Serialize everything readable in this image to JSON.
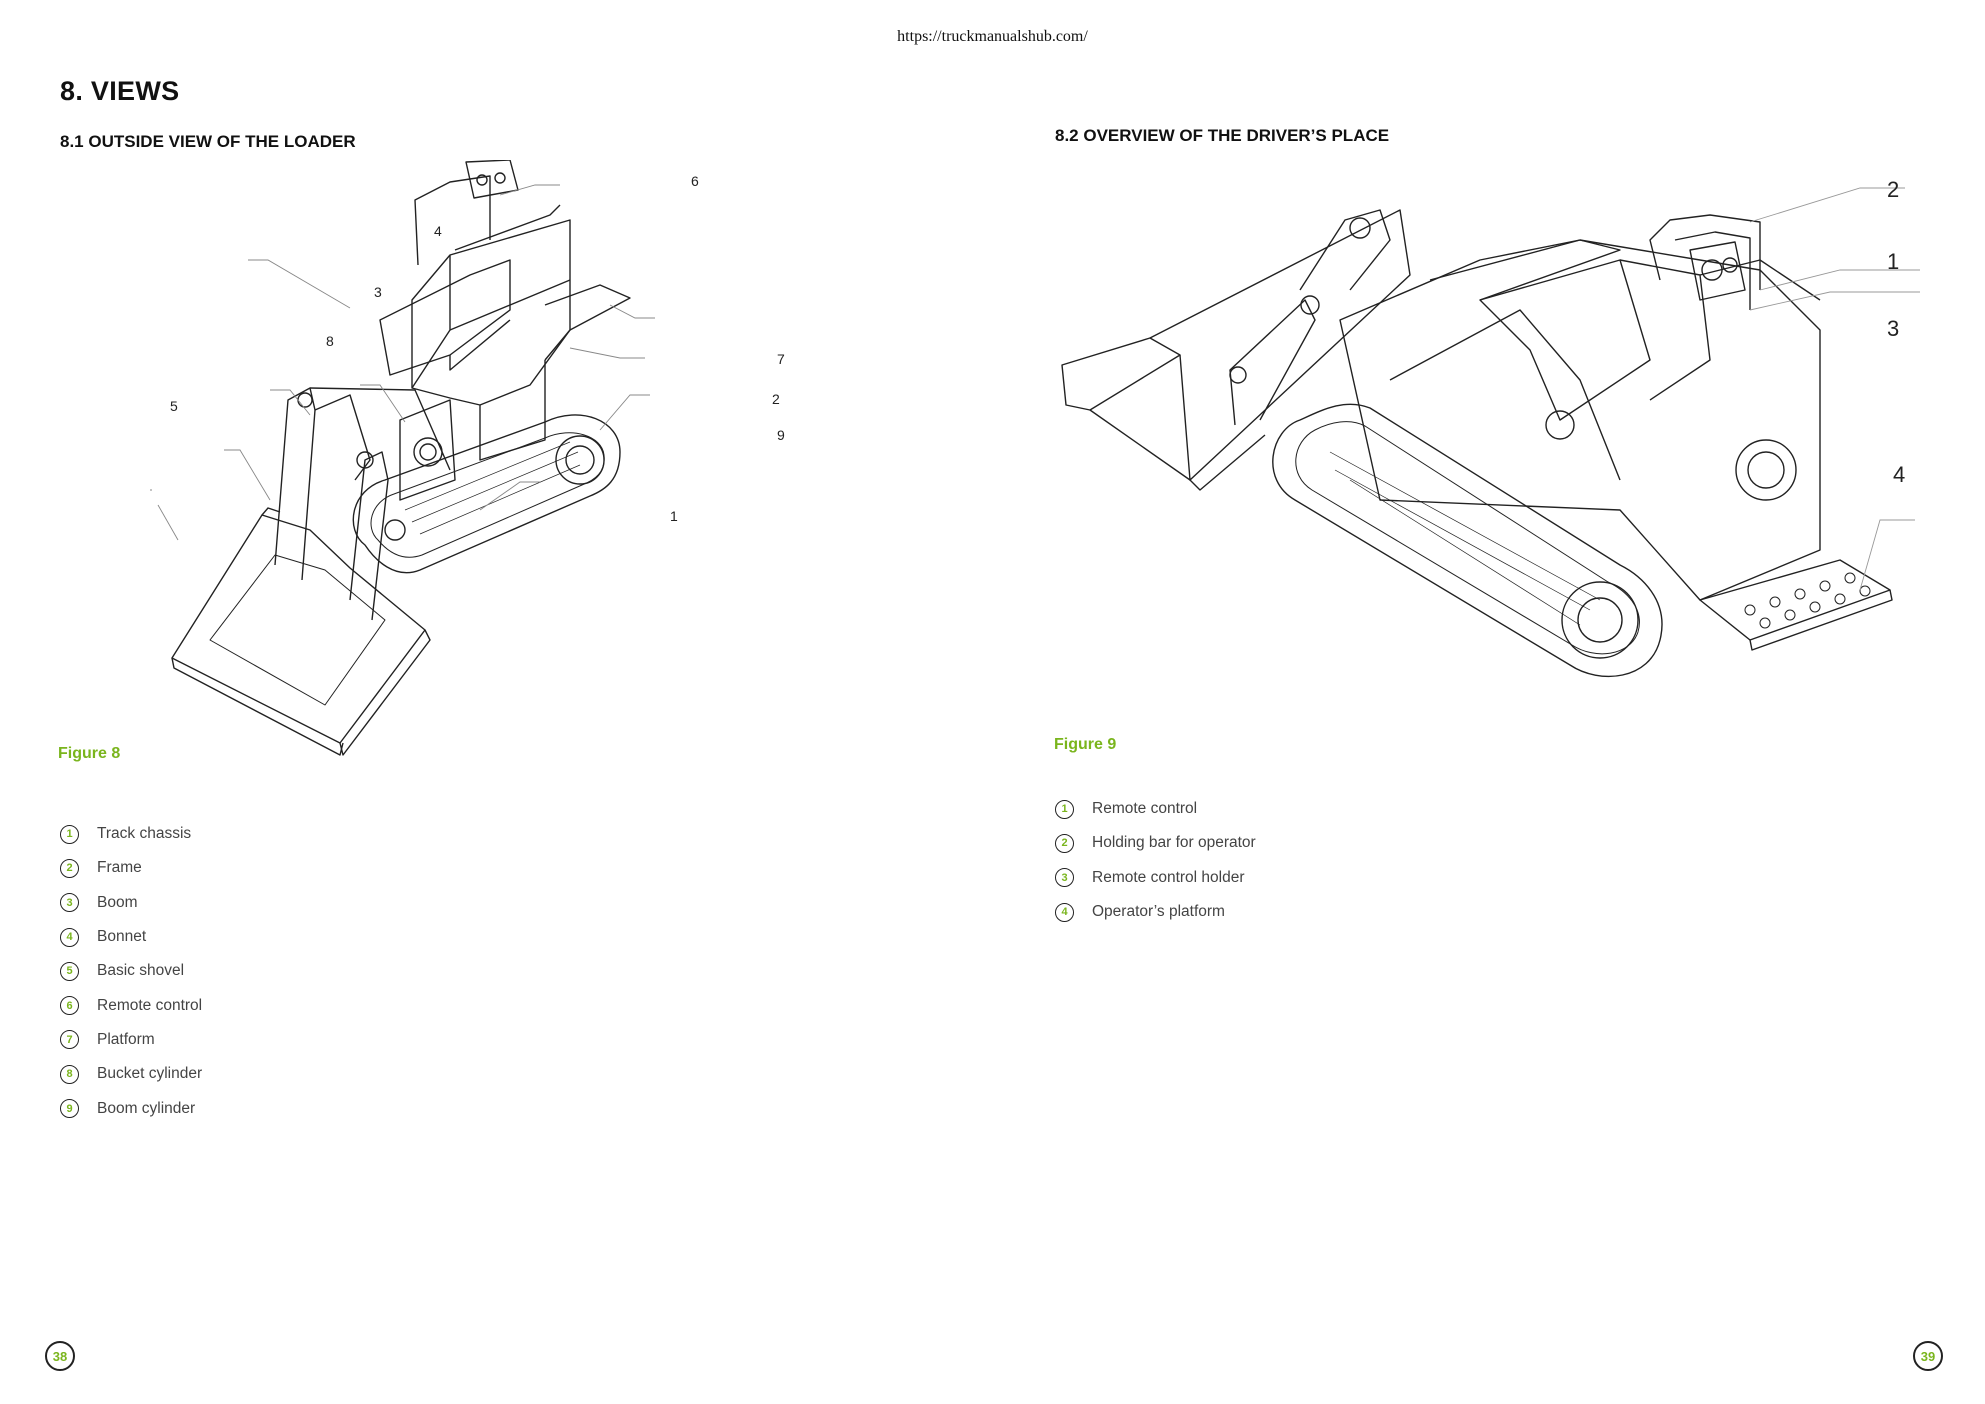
{
  "header": {
    "url": "https://truckmanualshub.com/"
  },
  "section": {
    "title": "8. VIEWS"
  },
  "left": {
    "subtitle": "8.1 OUTSIDE VIEW OF THE LOADER",
    "figure_caption": "Figure 8",
    "callouts": [
      "1",
      "2",
      "3",
      "4",
      "5",
      "6",
      "7",
      "8",
      "9"
    ],
    "legend": [
      {
        "num": "1",
        "label": "Track chassis"
      },
      {
        "num": "2",
        "label": "Frame"
      },
      {
        "num": "3",
        "label": "Boom"
      },
      {
        "num": "4",
        "label": "Bonnet"
      },
      {
        "num": "5",
        "label": "Basic shovel"
      },
      {
        "num": "6",
        "label": "Remote control"
      },
      {
        "num": "7",
        "label": "Platform"
      },
      {
        "num": "8",
        "label": "Bucket cylinder"
      },
      {
        "num": "9",
        "label": "Boom cylinder"
      }
    ],
    "page_number": "38"
  },
  "right": {
    "subtitle": "8.2 OVERVIEW OF THE DRIVER’S PLACE",
    "figure_caption": "Figure 9",
    "callouts": [
      "2",
      "1",
      "3",
      "4"
    ],
    "legend": [
      {
        "num": "1",
        "label": "Remote control"
      },
      {
        "num": "2",
        "label": "Holding bar for operator"
      },
      {
        "num": "3",
        "label": "Remote control holder"
      },
      {
        "num": "4",
        "label": "Operator’s platform"
      }
    ],
    "page_number": "39"
  },
  "colors": {
    "accent": "#7ab51d",
    "text": "#222222"
  }
}
